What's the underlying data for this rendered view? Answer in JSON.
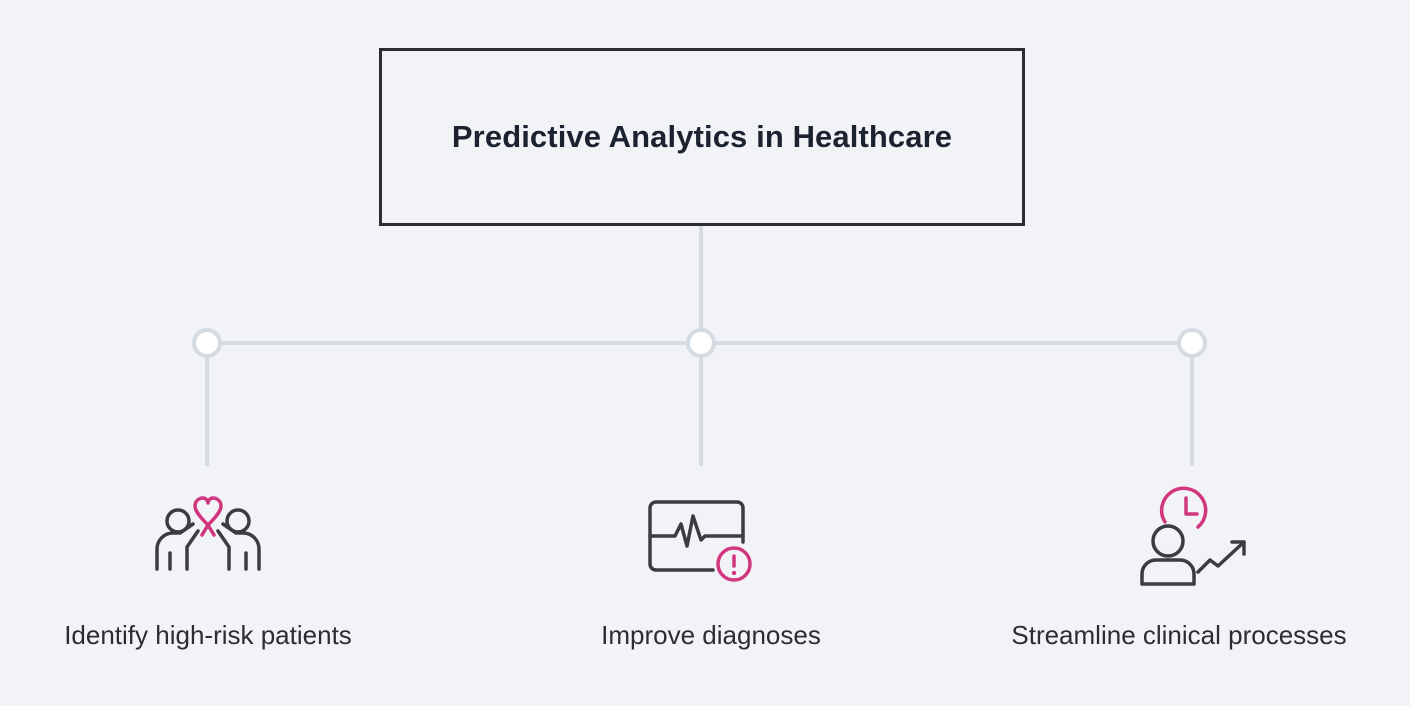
{
  "title": "Predictive Analytics in Healthcare",
  "branches": [
    {
      "label": "Identify high-risk patients",
      "icon": "people-heart-icon"
    },
    {
      "label": "Improve diagnoses",
      "icon": "heart-monitor-alert-icon"
    },
    {
      "label": "Streamline clinical processes",
      "icon": "person-clock-growth-icon"
    }
  ],
  "colors": {
    "background": "#f2f3f7",
    "connector": "#d5dbe3",
    "box_border": "#2b2d33",
    "icon_stroke": "#3a3c42",
    "accent": "#d1367f"
  }
}
